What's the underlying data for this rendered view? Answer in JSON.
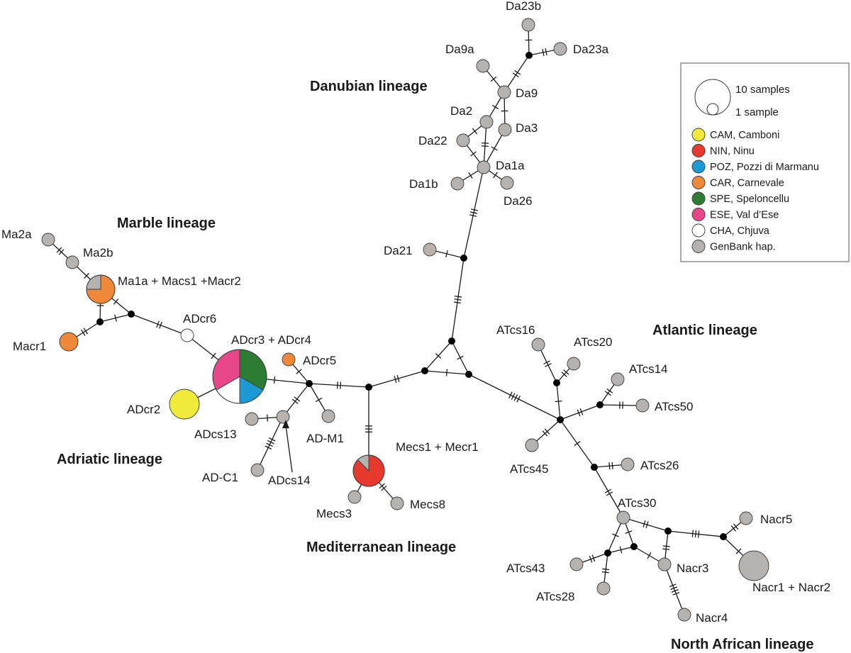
{
  "colors": {
    "CAM": "#f0ea3a",
    "NIN": "#e8392f",
    "POZ": "#1b9ad6",
    "CAR": "#f0883a",
    "SPE": "#2d7c34",
    "ESE": "#e8488a",
    "CHA": "#ffffff",
    "GB": "#b5b2af"
  },
  "legend": {
    "size_large": "10 samples",
    "size_small": "1 sample",
    "entries": [
      {
        "key": "CAM",
        "label": "CAM, Camboni"
      },
      {
        "key": "NIN",
        "label": "NIN, Ninu"
      },
      {
        "key": "POZ",
        "label": "POZ, Pozzi di Marmanu"
      },
      {
        "key": "CAR",
        "label": "CAR, Carnevale"
      },
      {
        "key": "SPE",
        "label": "SPE, Speloncellu"
      },
      {
        "key": "ESE",
        "label": "ESE, Val d’Ese"
      },
      {
        "key": "CHA",
        "label": "CHA, Chjuva"
      },
      {
        "key": "GB",
        "label": "GenBank hap."
      }
    ]
  },
  "lineages": [
    {
      "id": "danubian",
      "label": "Danubian lineage"
    },
    {
      "id": "marble",
      "label": "Marble lineage"
    },
    {
      "id": "atlantic",
      "label": "Atlantic lineage"
    },
    {
      "id": "adriatic",
      "label": "Adriatic lineage"
    },
    {
      "id": "mediterranean",
      "label": "Mediterranean lineage"
    },
    {
      "id": "north-african",
      "label": "North African lineage"
    }
  ],
  "haplotypes": [
    {
      "id": "Da23b",
      "label": "Da23b",
      "pie": [
        [
          "GB",
          1
        ]
      ]
    },
    {
      "id": "Da23a",
      "label": "Da23a",
      "pie": [
        [
          "GB",
          1
        ]
      ]
    },
    {
      "id": "Da9a",
      "label": "Da9a",
      "pie": [
        [
          "GB",
          1
        ]
      ]
    },
    {
      "id": "Da9",
      "label": "Da9",
      "pie": [
        [
          "GB",
          1
        ]
      ]
    },
    {
      "id": "Da2",
      "label": "Da2",
      "pie": [
        [
          "GB",
          1
        ]
      ]
    },
    {
      "id": "Da3",
      "label": "Da3",
      "pie": [
        [
          "GB",
          1
        ]
      ]
    },
    {
      "id": "Da22",
      "label": "Da22",
      "pie": [
        [
          "GB",
          1
        ]
      ]
    },
    {
      "id": "Da1a",
      "label": "Da1a",
      "pie": [
        [
          "GB",
          1
        ]
      ]
    },
    {
      "id": "Da1b",
      "label": "Da1b",
      "pie": [
        [
          "GB",
          1
        ]
      ]
    },
    {
      "id": "Da26",
      "label": "Da26",
      "pie": [
        [
          "GB",
          1
        ]
      ]
    },
    {
      "id": "Da21",
      "label": "Da21",
      "pie": [
        [
          "GB",
          1
        ]
      ]
    },
    {
      "id": "Ma2a",
      "label": "Ma2a",
      "pie": [
        [
          "GB",
          1
        ]
      ]
    },
    {
      "id": "Ma2b",
      "label": "Ma2b",
      "pie": [
        [
          "GB",
          1
        ]
      ]
    },
    {
      "id": "Ma1a",
      "label": "Ma1a + Macs1 +Macr2",
      "pie": [
        [
          "CAR",
          3
        ],
        [
          "GB",
          1
        ]
      ]
    },
    {
      "id": "Macr1",
      "label": "Macr1",
      "pie": [
        [
          "CAR",
          1
        ]
      ]
    },
    {
      "id": "ADcr6",
      "label": "ADcr6",
      "pie": [
        [
          "CHA",
          1
        ]
      ]
    },
    {
      "id": "ADcr3",
      "label": "ADcr3 + ADcr4",
      "pie": [
        [
          "SPE",
          2
        ],
        [
          "POZ",
          1
        ],
        [
          "CHA",
          1
        ],
        [
          "ESE",
          2
        ]
      ]
    },
    {
      "id": "ADcr5",
      "label": "ADcr5",
      "pie": [
        [
          "CAR",
          1
        ]
      ]
    },
    {
      "id": "ADcr2",
      "label": "ADcr2",
      "pie": [
        [
          "CAM",
          1
        ]
      ]
    },
    {
      "id": "ADcs13",
      "label": "ADcs13",
      "pie": [
        [
          "GB",
          1
        ]
      ]
    },
    {
      "id": "ADcs14",
      "label": "ADcs14",
      "pie": [
        [
          "GB",
          1
        ]
      ]
    },
    {
      "id": "AD-M1",
      "label": "AD-M1",
      "pie": [
        [
          "GB",
          1
        ]
      ]
    },
    {
      "id": "AD-C1",
      "label": "AD-C1",
      "pie": [
        [
          "GB",
          1
        ]
      ]
    },
    {
      "id": "Mecs1",
      "label": "Mecs1 + Mecr1",
      "pie": [
        [
          "NIN",
          7
        ],
        [
          "GB",
          1
        ]
      ]
    },
    {
      "id": "Mecs3",
      "label": "Mecs3",
      "pie": [
        [
          "GB",
          1
        ]
      ]
    },
    {
      "id": "Mecs8",
      "label": "Mecs8",
      "pie": [
        [
          "GB",
          1
        ]
      ]
    },
    {
      "id": "ATcs16",
      "label": "ATcs16",
      "pie": [
        [
          "GB",
          1
        ]
      ]
    },
    {
      "id": "ATcs20",
      "label": "ATcs20",
      "pie": [
        [
          "GB",
          1
        ]
      ]
    },
    {
      "id": "ATcs14",
      "label": "ATcs14",
      "pie": [
        [
          "GB",
          1
        ]
      ]
    },
    {
      "id": "ATcs50",
      "label": "ATcs50",
      "pie": [
        [
          "GB",
          1
        ]
      ]
    },
    {
      "id": "ATcs45",
      "label": "ATcs45",
      "pie": [
        [
          "GB",
          1
        ]
      ]
    },
    {
      "id": "ATcs26",
      "label": "ATcs26",
      "pie": [
        [
          "GB",
          1
        ]
      ]
    },
    {
      "id": "ATcs30",
      "label": "ATcs30",
      "pie": [
        [
          "GB",
          1
        ]
      ]
    },
    {
      "id": "ATcs43",
      "label": "ATcs43",
      "pie": [
        [
          "GB",
          1
        ]
      ]
    },
    {
      "id": "ATcs28",
      "label": "ATcs28",
      "pie": [
        [
          "GB",
          1
        ]
      ]
    },
    {
      "id": "Nacr3",
      "label": "Nacr3",
      "pie": [
        [
          "GB",
          1
        ]
      ]
    },
    {
      "id": "Nacr4",
      "label": "Nacr4",
      "pie": [
        [
          "GB",
          1
        ]
      ]
    },
    {
      "id": "Nacr5",
      "label": "Nacr5",
      "pie": [
        [
          "GB",
          1
        ]
      ]
    },
    {
      "id": "Nacr1",
      "label": "Nacr1 + Nacr2",
      "pie": [
        [
          "GB",
          1
        ]
      ]
    }
  ],
  "edges": [
    [
      "Da23b",
      "m1",
      1
    ],
    [
      "Da23a",
      "m1",
      2
    ],
    [
      "m1",
      "Da9",
      2
    ],
    [
      "Da9a",
      "Da9",
      1
    ],
    [
      "Da9",
      "Da2",
      1
    ],
    [
      "Da9",
      "Da3",
      1
    ],
    [
      "Da2",
      "Da22",
      1
    ],
    [
      "Da2",
      "Da1a",
      2
    ],
    [
      "Da3",
      "Da1a",
      1
    ],
    [
      "Da22",
      "Da1a",
      1
    ],
    [
      "Da1b",
      "Da1a",
      1
    ],
    [
      "Da26",
      "Da1a",
      1
    ],
    [
      "Da1a",
      "m2",
      3
    ],
    [
      "Da21",
      "m2",
      1
    ],
    [
      "m2",
      "m3",
      3
    ],
    [
      "m3",
      "m4",
      1
    ],
    [
      "m3",
      "m5",
      1
    ],
    [
      "m4",
      "m5",
      1
    ],
    [
      "m4",
      "m6",
      2
    ],
    [
      "m6",
      "m7",
      2
    ],
    [
      "m7",
      "ADcr3",
      1
    ],
    [
      "m7",
      "ADcr5",
      1
    ],
    [
      "m7",
      "AD-M1",
      1
    ],
    [
      "m7",
      "ADcs14",
      2
    ],
    [
      "ADcs14",
      "ADcs13",
      1
    ],
    [
      "ADcs14",
      "AD-C1",
      4
    ],
    [
      "ADcr3",
      "ADcr2",
      0
    ],
    [
      "ADcr3",
      "ADcr6",
      1
    ],
    [
      "ADcr6",
      "m8",
      2
    ],
    [
      "m8",
      "Ma1a",
      1
    ],
    [
      "m8",
      "m9",
      1
    ],
    [
      "m9",
      "Ma1a",
      1
    ],
    [
      "m9",
      "Macr1",
      2
    ],
    [
      "Ma1a",
      "Ma2b",
      1
    ],
    [
      "Ma2b",
      "Ma2a",
      2
    ],
    [
      "m6",
      "Mecs1",
      3
    ],
    [
      "Mecs1",
      "Mecs3",
      1
    ],
    [
      "Mecs1",
      "Mecs8",
      2
    ],
    [
      "m5",
      "m10",
      4
    ],
    [
      "m10",
      "m11",
      1
    ],
    [
      "m11",
      "ATcs16",
      2
    ],
    [
      "m11",
      "ATcs20",
      2
    ],
    [
      "m10",
      "m12",
      2
    ],
    [
      "m12",
      "ATcs14",
      2
    ],
    [
      "m12",
      "ATcs50",
      2
    ],
    [
      "m10",
      "ATcs45",
      2
    ],
    [
      "m10",
      "m13",
      1
    ],
    [
      "m13",
      "ATcs26",
      2
    ],
    [
      "m13",
      "ATcs30",
      2
    ],
    [
      "ATcs30",
      "m14",
      1
    ],
    [
      "ATcs30",
      "m15",
      1
    ],
    [
      "ATcs30",
      "m16",
      2
    ],
    [
      "m15",
      "m14",
      1
    ],
    [
      "m15",
      "Nacr3",
      1
    ],
    [
      "m16",
      "Nacr3",
      2
    ],
    [
      "m14",
      "ATcs43",
      2
    ],
    [
      "m14",
      "ATcs28",
      2
    ],
    [
      "Nacr3",
      "Nacr4",
      4
    ],
    [
      "m16",
      "m17",
      3
    ],
    [
      "m17",
      "Nacr5",
      2
    ],
    [
      "m17",
      "Nacr1",
      1
    ]
  ]
}
